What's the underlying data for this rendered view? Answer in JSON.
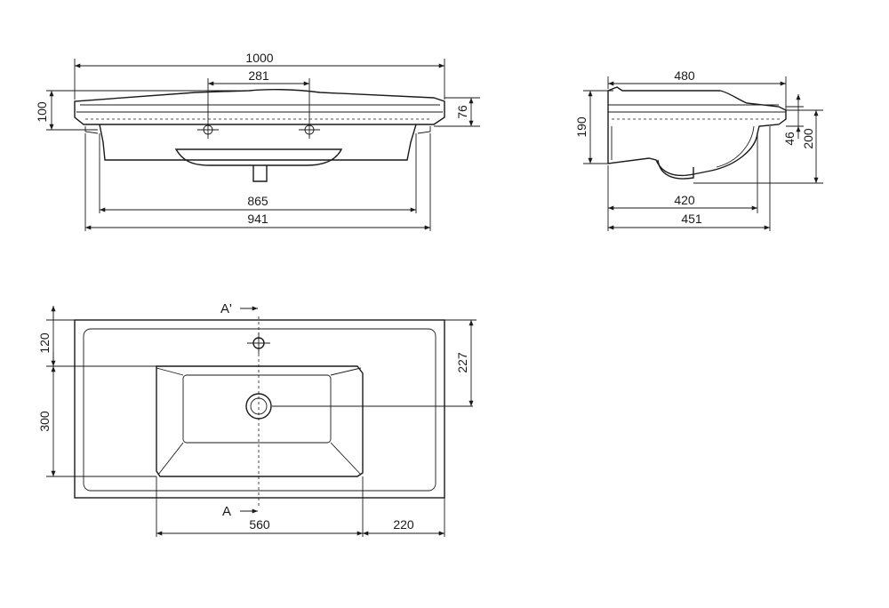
{
  "front_view": {
    "width_total": "1000",
    "tap_spacing": "281",
    "height_total": "100",
    "rim_height": "76",
    "bowl_inner_width": "865",
    "bowl_outer_width": "941"
  },
  "side_view": {
    "depth_total": "480",
    "height_left": "190",
    "rim": "46",
    "height_right": "200",
    "bottom_depth": "420",
    "body_depth": "451"
  },
  "top_view": {
    "section_top": "A'",
    "section_bottom": "A",
    "offset_tap": "120",
    "bowl_depth": "300",
    "drain_offset": "227",
    "bowl_width": "560",
    "right_margin": "220"
  }
}
